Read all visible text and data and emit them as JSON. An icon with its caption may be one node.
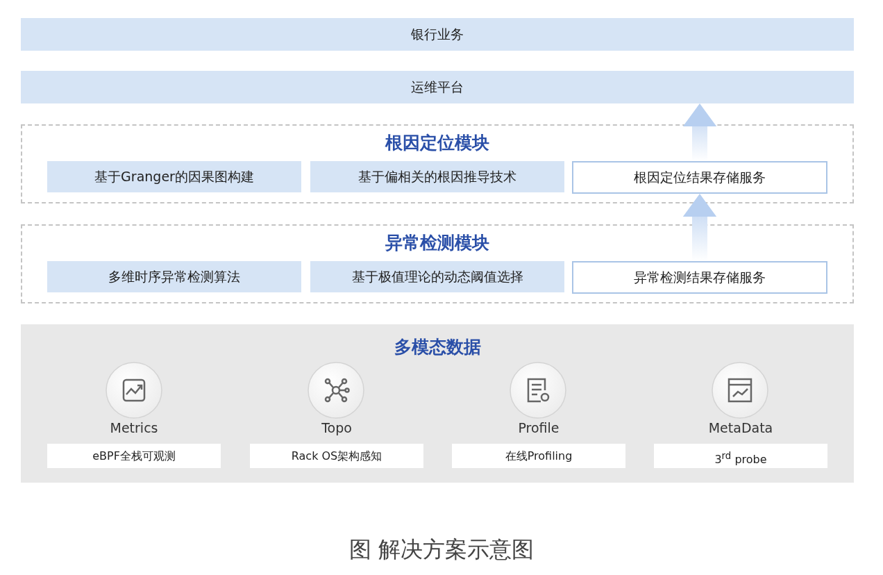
{
  "diagram": {
    "caption": "图 解决方案示意图",
    "nodes": [
      {
        "text": [
          "银行业务"
        ]
      },
      {
        "text": [
          "运维平台"
        ]
      },
      {
        "text": [
          "根因定位模块"
        ]
      },
      {
        "text": [
          "基于Granger的因果图构建"
        ],
        "in": 2
      },
      {
        "text": [
          "基于偏相关的根因推导技术"
        ],
        "in": 2
      },
      {
        "text": [
          "根因定位结果存储服务"
        ],
        "in": 2
      },
      {
        "text": [
          "异常检测模块"
        ]
      },
      {
        "text": [
          "多维时序异常检测算法"
        ],
        "in": 6
      },
      {
        "text": [
          "基于极值理论的动态阈值选择"
        ],
        "in": 6
      },
      {
        "text": [
          "异常检测结果存储服务"
        ],
        "in": 6
      },
      {
        "text": [
          "多模态数据"
        ]
      },
      {
        "text": [
          "Metrics",
          "eBPF全栈可观测"
        ],
        "in": 10
      },
      {
        "text": [
          "Topo",
          "Rack OS架构感知"
        ],
        "in": 10
      },
      {
        "text": [
          "Profile",
          "在线Profiling"
        ],
        "in": 10
      },
      {
        "text": [
          "MetaData",
          "3$^{rd}$ probe"
        ],
        "in": 10
      }
    ],
    "edges": [
      {
        "from": 9,
        "to": 5,
        "arrow": "to"
      },
      {
        "from": 5,
        "to": 1,
        "arrow": "to"
      }
    ]
  }
}
